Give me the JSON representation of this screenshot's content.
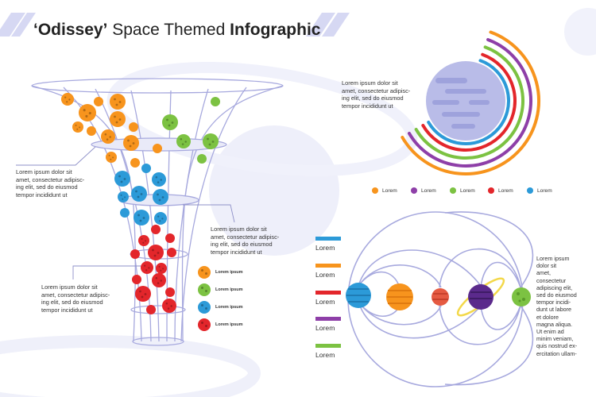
{
  "title": {
    "part1": "‘Odissey’",
    "part2": "Space Themed",
    "part3": "Infographic"
  },
  "colors": {
    "orange": "#f7941d",
    "purple": "#8e3fa8",
    "green": "#7cc242",
    "red": "#e3262b",
    "blue": "#2c9ad8",
    "lavender": "#b9bce8",
    "funnel_line": "#a7a9de",
    "background_shape": "#eeeffa"
  },
  "orbit_text": {
    "lines": [
      "Lorem ipsum dolor sit",
      "amet, consectetur adipisc-",
      "ing elit, sed do eiusmod",
      "tempor incididunt ut"
    ]
  },
  "orbit_legend": [
    {
      "label": "Lorem",
      "color": "#f7941d"
    },
    {
      "label": "Lorem",
      "color": "#8e3fa8"
    },
    {
      "label": "Lorem",
      "color": "#7cc242"
    },
    {
      "label": "Lorem",
      "color": "#e3262b"
    },
    {
      "label": "Lorem",
      "color": "#2c9ad8"
    }
  ],
  "funnel_text_left": {
    "lines": [
      "Lorem ipsum dolor sit",
      "amet, consectetur adipisc-",
      "ing elit, sed do eiusmod",
      "tempor incididunt ut"
    ]
  },
  "funnel_text_right": {
    "lines": [
      "Lorem ipsum dolor sit",
      "amet, consectetur adipisc-",
      "ing elit, sed do eiusmod",
      "tempor incididunt ut"
    ]
  },
  "funnel_text_bottom": {
    "lines": [
      "Lorem ipsum dolor sit",
      "amet, consectetur adipisc-",
      "ing elit, sed do eiusmod",
      "tempor incididunt ut"
    ]
  },
  "funnel_legend": [
    {
      "label": "Lorem ipsum",
      "color": "#f7941d"
    },
    {
      "label": "Lorem ipsum",
      "color": "#7cc242"
    },
    {
      "label": "Lorem ipsum",
      "color": "#2c9ad8"
    },
    {
      "label": "Lorem ipsum",
      "color": "#e3262b"
    }
  ],
  "bar_legend": [
    {
      "label": "Lorem",
      "color": "#2c9ad8"
    },
    {
      "label": "Lorem",
      "color": "#f7941d"
    },
    {
      "label": "Lorem",
      "color": "#e3262b"
    },
    {
      "label": "Lorem",
      "color": "#8e3fa8"
    },
    {
      "label": "Lorem",
      "color": "#7cc242"
    }
  ],
  "solar_text": {
    "lines": [
      "Lorem ipsum",
      "dolor sit",
      "amet,",
      "consectetur",
      "adipiscing elit,",
      "sed do eiusmod",
      "tempor incidi-",
      "dunt ut labore",
      "et dolore",
      "magna aliqua.",
      "Ut enim ad",
      "minim veniam,",
      "quis nostrud ex-",
      "ercitation ullam-"
    ]
  }
}
